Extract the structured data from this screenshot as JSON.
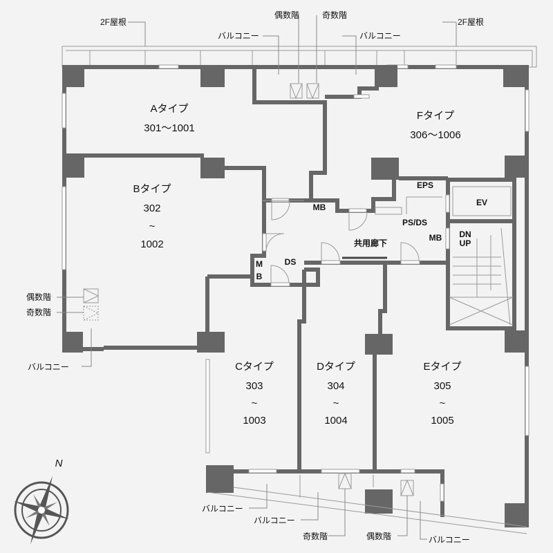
{
  "roof_labels": [
    "2F屋根",
    "2F屋根"
  ],
  "units": [
    {
      "name": "Aタイプ",
      "range": "301〜1001"
    },
    {
      "name": "Fタイプ",
      "range": "306〜1006"
    },
    {
      "name": "Bタイプ",
      "from": "302",
      "tilde": "~",
      "to": "1002"
    },
    {
      "name": "Cタイプ",
      "from": "303",
      "tilde": "~",
      "to": "1003"
    },
    {
      "name": "Dタイプ",
      "from": "304",
      "tilde": "~",
      "to": "1004"
    },
    {
      "name": "Eタイプ",
      "from": "305",
      "tilde": "~",
      "to": "1005"
    }
  ],
  "rooms": {
    "corridor": "共用廊下",
    "eps": "EPS",
    "ev": "EV",
    "psds": "PS/DS",
    "mb": "MB",
    "mb_v1": "M",
    "mb_v2": "B",
    "ds": "DS",
    "dn": "DN",
    "up": "UP"
  },
  "callouts": {
    "balcony": "バルコニー",
    "even": "偶数階",
    "odd": "奇数階"
  },
  "compass": {
    "north": "N"
  },
  "colors": {
    "wall": "#666666",
    "background": "#f3f3f3"
  }
}
